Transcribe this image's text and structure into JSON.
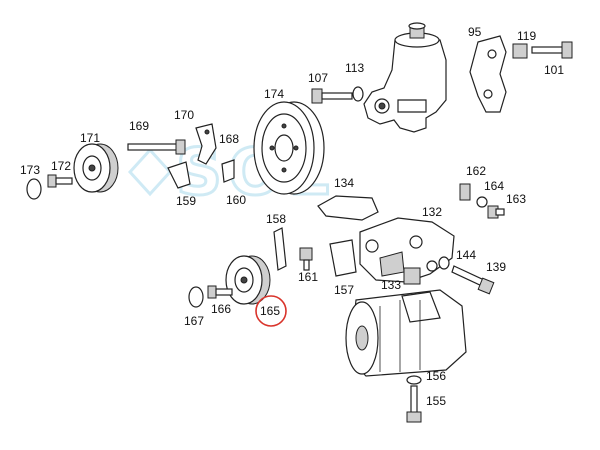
{
  "watermark": {
    "text": "SOL",
    "color": "#bfe3f1"
  },
  "highlight": {
    "label": "165",
    "color": "#d9342b"
  },
  "labels": {
    "p95": "95",
    "p119": "119",
    "p101": "101",
    "p107": "107",
    "p113": "113",
    "p174": "174",
    "p169": "169",
    "p170": "170",
    "p171": "171",
    "p168": "168",
    "p173": "173",
    "p172": "172",
    "p159": "159",
    "p160": "160",
    "p134": "134",
    "p162": "162",
    "p164": "164",
    "p163": "163",
    "p132": "132",
    "p158": "158",
    "p161": "161",
    "p157": "157",
    "p144": "144",
    "p139": "139",
    "p133": "133",
    "p167": "167",
    "p166": "166",
    "p165": "165",
    "p156": "156",
    "p155": "155"
  }
}
